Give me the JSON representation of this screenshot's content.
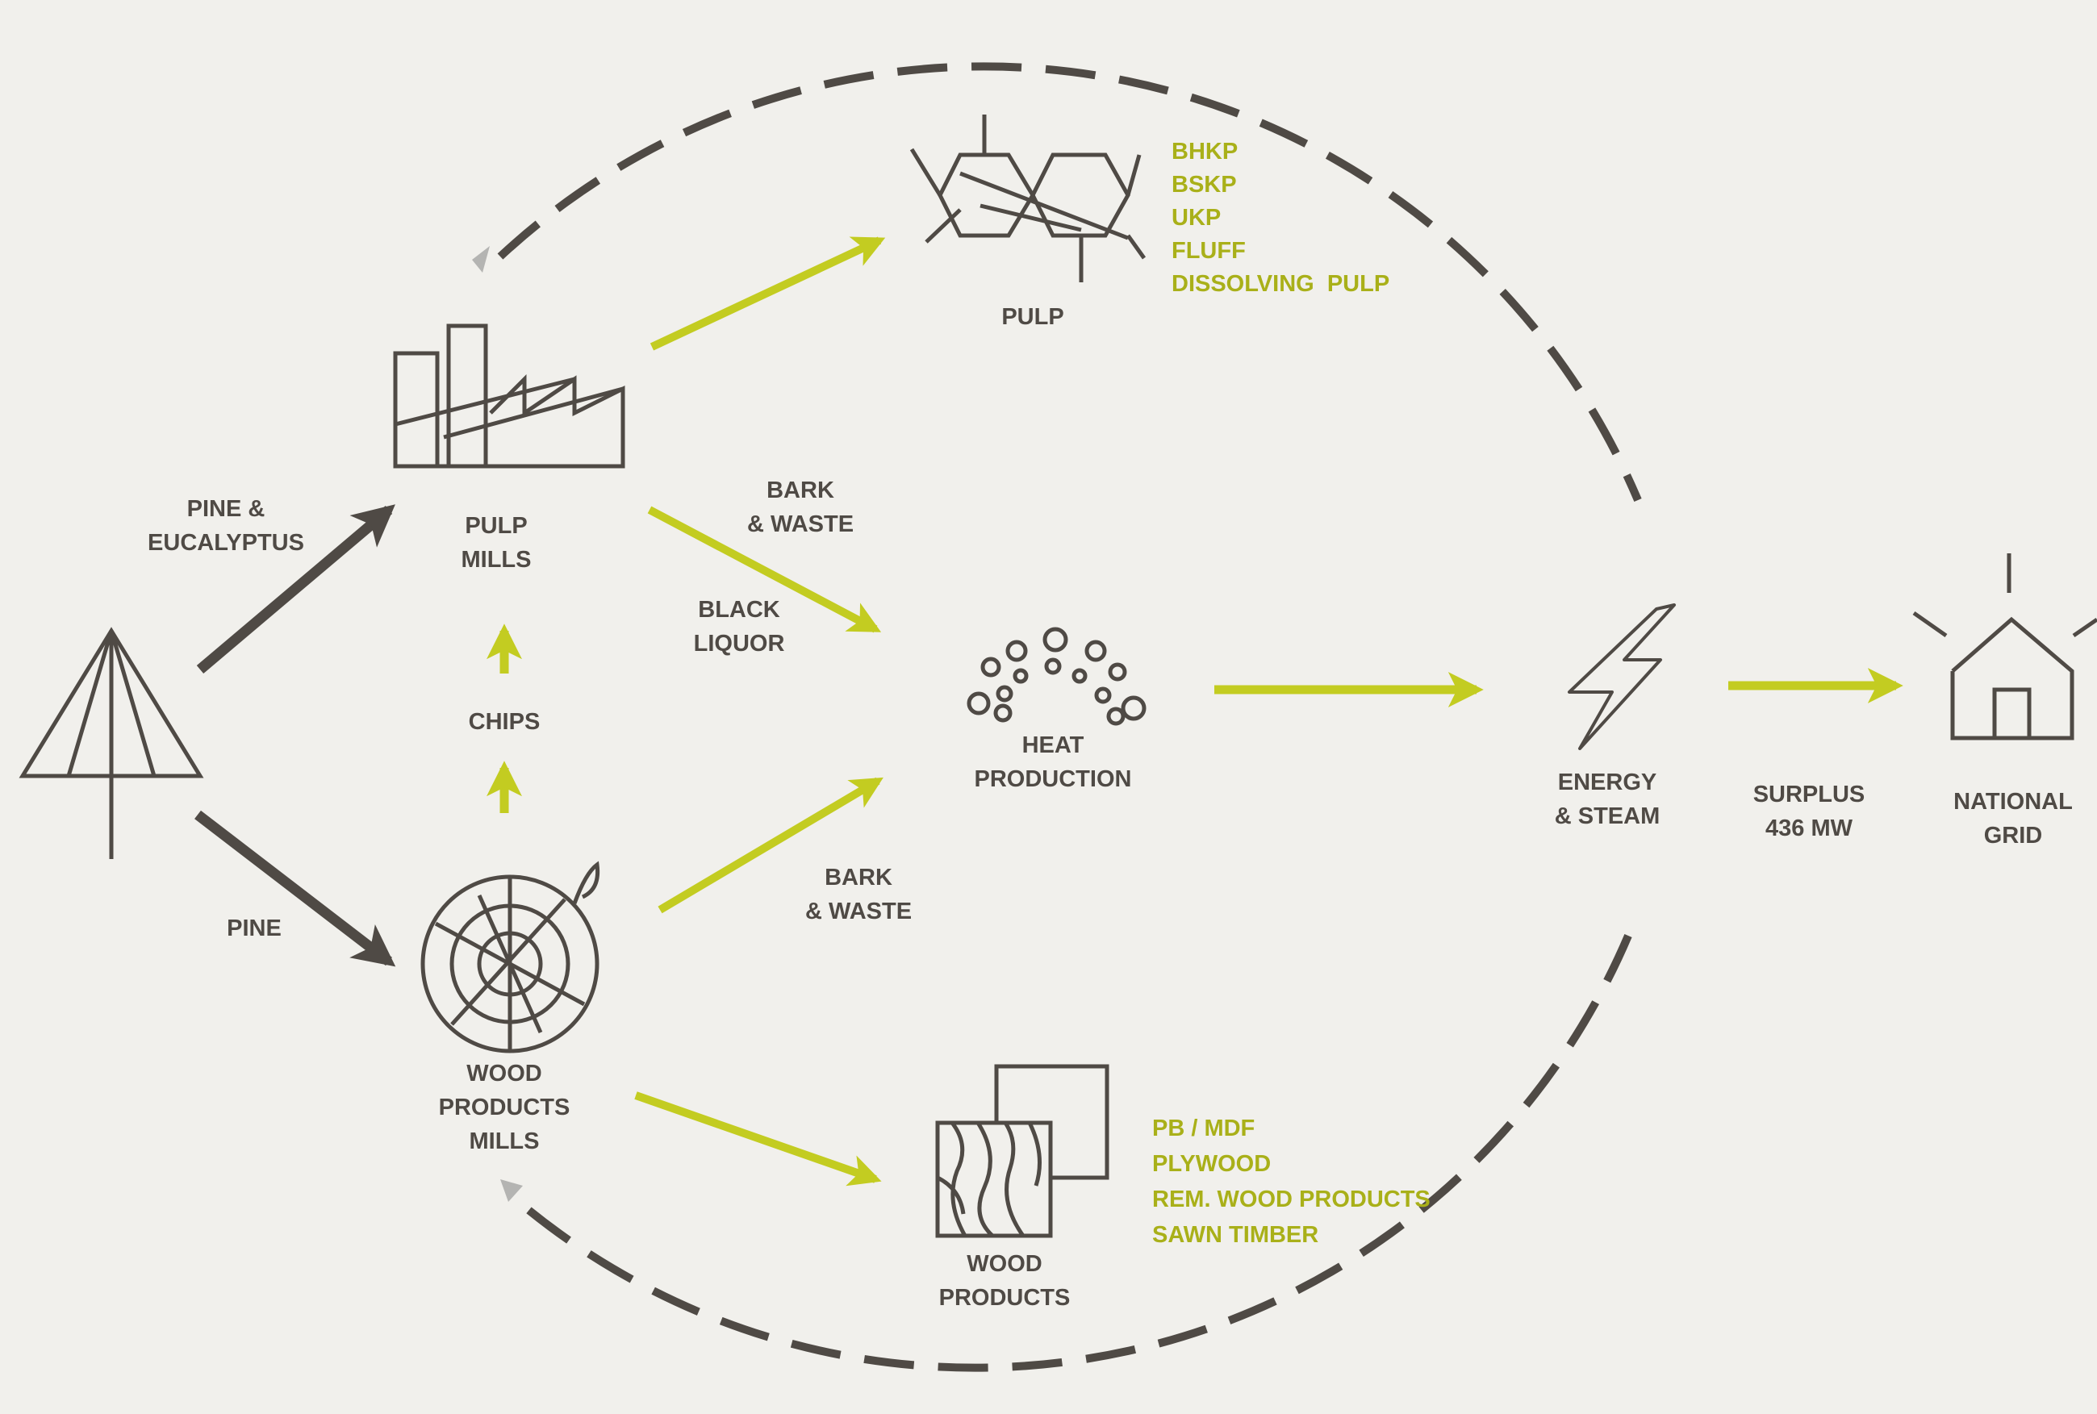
{
  "colors": {
    "background": "#f1f0ec",
    "dark": "#4f4a45",
    "accent": "#c3cc21",
    "accent_text": "#a9b019"
  },
  "icons": {
    "tree": "tree-icon",
    "pulp_mill": "factory-icon",
    "wood_mill": "log-cross-section-icon",
    "pulp": "pulp-fiber-icon",
    "heat": "heat-bubbles-icon",
    "energy": "lightning-bolt-icon",
    "grid": "house-icon",
    "wood_products": "wood-panel-icon"
  },
  "labels": {
    "pulp_mills": [
      "PULP",
      "MILLS"
    ],
    "wood_mills": [
      "WOOD",
      "PRODUCTS",
      "MILLS"
    ],
    "pine_eucalyptus": [
      "PINE &",
      "EUCALYPTUS"
    ],
    "pine": [
      "PINE"
    ],
    "chips": [
      "CHIPS"
    ],
    "pulp": [
      "PULP"
    ],
    "bark_waste_top": [
      "BARK",
      "& WASTE"
    ],
    "black_liquor": [
      "BLACK",
      "LIQUOR"
    ],
    "bark_waste_bottom": [
      "BARK",
      "& WASTE"
    ],
    "heat_production": [
      "HEAT",
      "PRODUCTION"
    ],
    "energy_steam": [
      "ENERGY",
      "& STEAM"
    ],
    "surplus": [
      "SURPLUS",
      "436 MW"
    ],
    "national_grid": [
      "NATIONAL",
      "GRID"
    ],
    "wood_products": [
      "WOOD",
      "PRODUCTS"
    ]
  },
  "pulp_products": [
    "BHKP",
    "BSKP",
    "UKP",
    "FLUFF",
    "DISSOLVING  PULP"
  ],
  "wood_product_types": [
    "PB / MDF",
    "PLYWOOD",
    "REM. WOOD PRODUCTS",
    "SAWN TIMBER"
  ]
}
